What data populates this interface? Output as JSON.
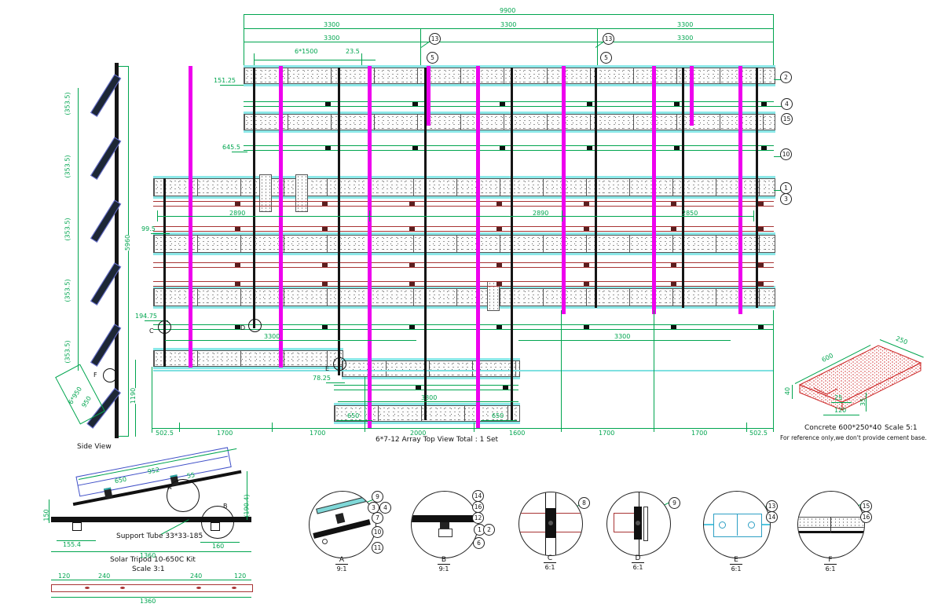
{
  "side_view": {
    "title": "Side View",
    "spacing": "(353.5)",
    "height_total": "5960",
    "height_bottom": "1190",
    "panel_rows": "6*950",
    "panel": "950",
    "marker_f": "F"
  },
  "top_view": {
    "title": "6*7-12 Array Top View Total : 1 Set",
    "total": "9900",
    "spans": [
      "3300",
      "3300",
      "3300"
    ],
    "spans2": [
      "3300",
      "3300"
    ],
    "pitch": "6*1500",
    "gap": "23.5",
    "callouts_top": [
      "13",
      "5",
      "13",
      "5"
    ],
    "callouts_right": [
      "2",
      "4",
      "15",
      "10",
      "1",
      "3"
    ],
    "left_dims": [
      "151.25",
      "645.5",
      "99.5",
      "194.75",
      "78.25"
    ],
    "row_dims": [
      "2890",
      "2890",
      "2850"
    ],
    "mid_dims": [
      "3300",
      "3300",
      "3300"
    ],
    "inner_dims": [
      "650",
      "650"
    ],
    "bottom_dims": [
      "502.5",
      "1700",
      "1700",
      "2000",
      "1600",
      "1700",
      "1700",
      "502.5"
    ],
    "markers": {
      "c": "C",
      "d": "D",
      "e": "E"
    }
  },
  "concrete": {
    "caption": "Concrete 600*250*40",
    "scale": "Scale 5:1",
    "note": "For reference only,we don't provide cement base.",
    "dim_length": "600",
    "dim_width": "250",
    "dim_h1": "40",
    "dim_hole": "25",
    "dim_span": "120",
    "dim_h2": "35"
  },
  "tripod": {
    "title": "Solar Tripod 10-650C Kit",
    "scale": "Scale 3:1",
    "support": "Support Tube 33*33-185",
    "marker_a": "A",
    "marker_b": "B",
    "dim_top": "952",
    "dim_panel": "650",
    "dim_offset": "55",
    "dim_height": "150",
    "dim_side": "(190.4)",
    "dim_foot_l": "155.4",
    "dim_foot_r": "160",
    "dim_total": "1360",
    "bar_dims": [
      "120",
      "240",
      "240",
      "120"
    ],
    "bar_total": "1360"
  },
  "details": [
    {
      "label": "A",
      "scale": "9:1",
      "callouts": [
        "9",
        "3",
        "4",
        "7",
        "10",
        "11"
      ]
    },
    {
      "label": "B",
      "scale": "9:1",
      "callouts": [
        "14",
        "16",
        "12",
        "1",
        "2",
        "6"
      ]
    },
    {
      "label": "C",
      "scale": "6:1",
      "callouts": [
        "8"
      ]
    },
    {
      "label": "D",
      "scale": "6:1",
      "callouts": [
        "9"
      ]
    },
    {
      "label": "E",
      "scale": "6:1",
      "callouts": [
        "13",
        "14"
      ]
    },
    {
      "label": "F",
      "scale": "6:1",
      "callouts": [
        "15",
        "16"
      ]
    }
  ],
  "colors": {
    "dim_green": "#00a54f",
    "magenta": "#ee00ee",
    "cyan_rail": "#8ce8e8",
    "red_tube": "#a83434",
    "concrete_red": "#cc2222"
  }
}
